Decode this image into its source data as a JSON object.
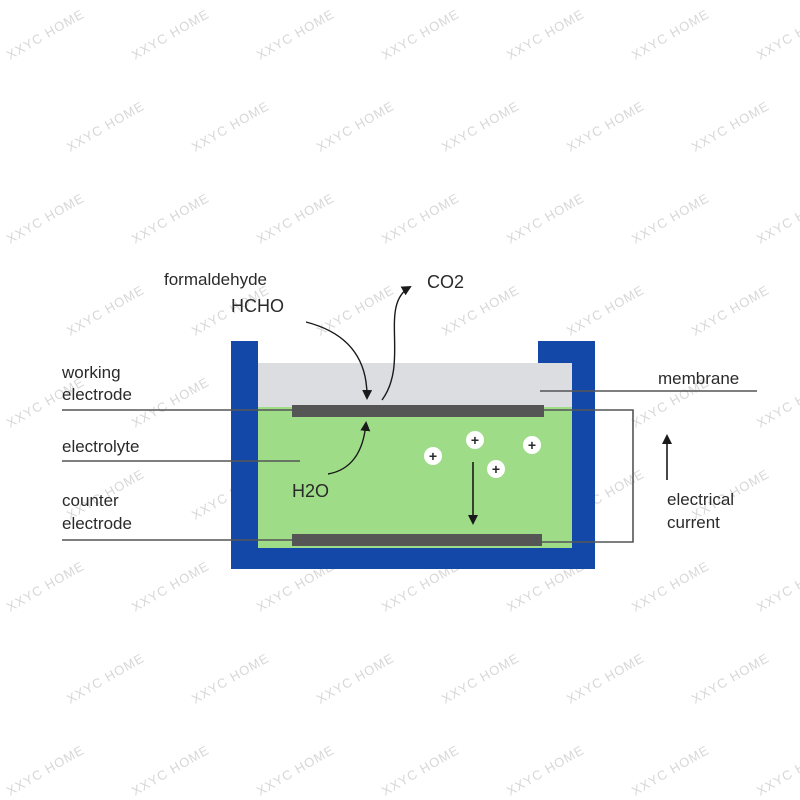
{
  "labels": {
    "formaldehyde": "formaldehyde",
    "hcho": "HCHO",
    "co2": "CO2",
    "working_electrode_line1": "working",
    "working_electrode_line2": "electrode",
    "membrane": "membrane",
    "electrolyte": "electrolyte",
    "h2o": "H2O",
    "counter_electrode_line1": "counter",
    "counter_electrode_line2": "electrode",
    "electrical_current_line1": "electrical",
    "electrical_current_line2": "current"
  },
  "ion_symbol": "+",
  "watermark": "XXYC HOME",
  "colors": {
    "housing": "#1448a8",
    "electrolyte": "#9edc88",
    "membrane": "#dcdde0",
    "electrode": "#555555",
    "leader_line": "#555555",
    "text": "#2a2a2a",
    "watermark": "#d7d7d7"
  }
}
